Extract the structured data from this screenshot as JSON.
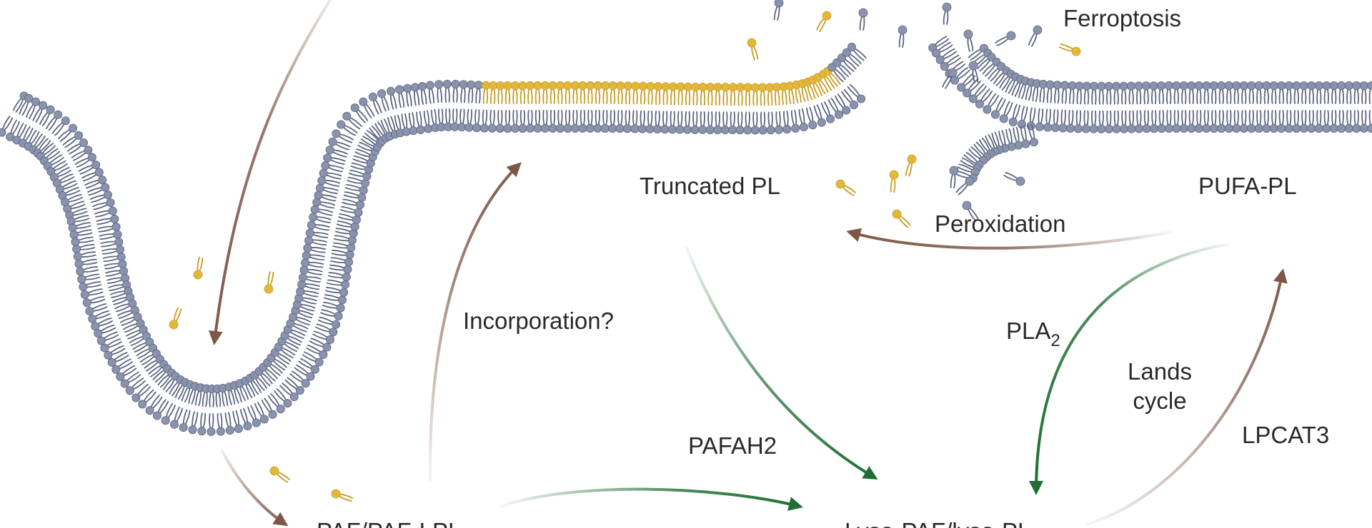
{
  "labels": {
    "ferroptosis": "Ferroptosis",
    "truncated_pl": "Truncated PL",
    "pufa_pl": "PUFA-PL",
    "peroxidation": "Peroxidation",
    "incorporation": "Incorporation?",
    "pla2_main": "PLA",
    "pla2_sub": "2",
    "lands_cycle_line1": "Lands",
    "lands_cycle_line2": "cycle",
    "lpcat3": "LPCAT3",
    "pafah2": "PAFAH2",
    "paf_bottom_left": "PAF/PAF-LPL",
    "lyso_bottom_right": "Lyso-PAF/lyso-PL"
  },
  "colors": {
    "lipid_head": "#8a93ad",
    "lipid_tail": "#5d6680",
    "oxidized_head": "#e3b83a",
    "oxidized_tail": "#c79c22",
    "arrow_brown": "#7d5848",
    "arrow_green": "#1f6e33",
    "text": "#2a2a2a"
  },
  "icons": {
    "phospholipid": "phospholipid-icon",
    "oxidized_phospholipid": "oxidized-phospholipid-icon"
  }
}
